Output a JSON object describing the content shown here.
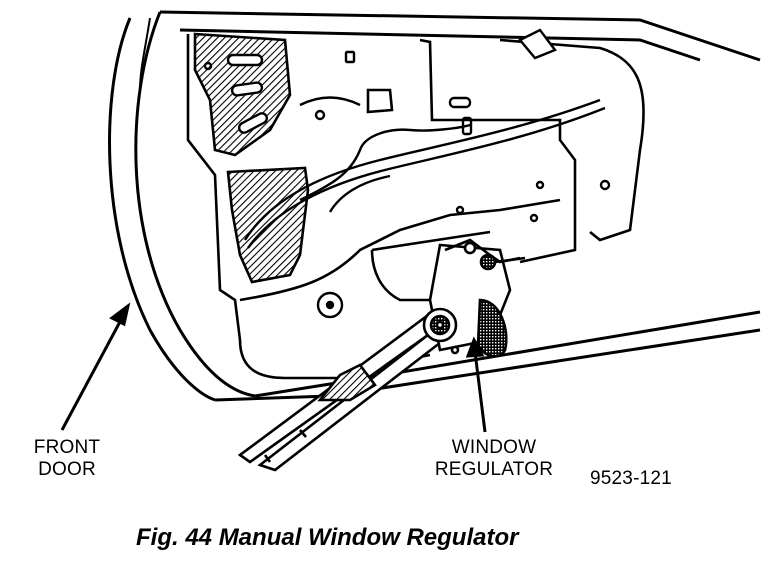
{
  "labels": {
    "front_door_line1": "FRONT",
    "front_door_line2": "DOOR",
    "window_regulator_line1": "WINDOW",
    "window_regulator_line2": "REGULATOR",
    "figure_number": "9523-121"
  },
  "caption": "Fig. 44 Manual Window Regulator"
}
